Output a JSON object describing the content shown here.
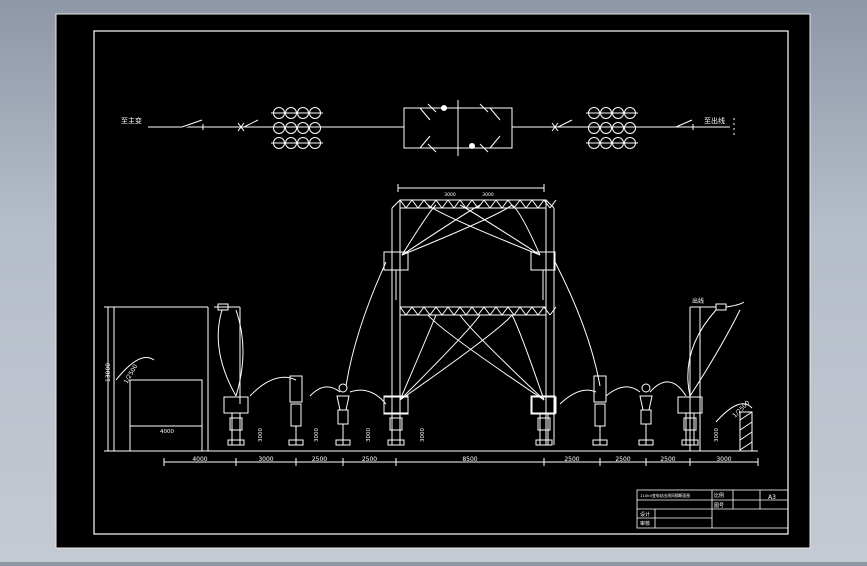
{
  "colors": {
    "viewport_bg": "#a7b0bd",
    "sheet": "#000000",
    "line": "#ffffff",
    "accent": "#ffffff"
  },
  "single_line": {
    "left_label": "至主变",
    "right_label": "至出线"
  },
  "gantry": {
    "top_dims": [
      "3000",
      "3000"
    ],
    "right_label": "出线"
  },
  "building": {
    "height_dim": "13000",
    "angle_label": "1/2500",
    "inner_label": "4000",
    "width_label": "4000"
  },
  "right_wall_label": "1/2500",
  "spacing_dims": [
    "4000",
    "3000",
    "2500",
    "2500",
    "8500",
    "2500",
    "2500",
    "2500",
    "3000"
  ],
  "vertical_dims": [
    "3000",
    "3000",
    "3000",
    "3000",
    "3000"
  ],
  "title_block": {
    "drawing_title": "110kV变电站出线间隔断面图",
    "sheet_size": "A3",
    "row_labels": [
      "设计",
      "审核"
    ],
    "col_labels": [
      "比例",
      "图号"
    ]
  }
}
